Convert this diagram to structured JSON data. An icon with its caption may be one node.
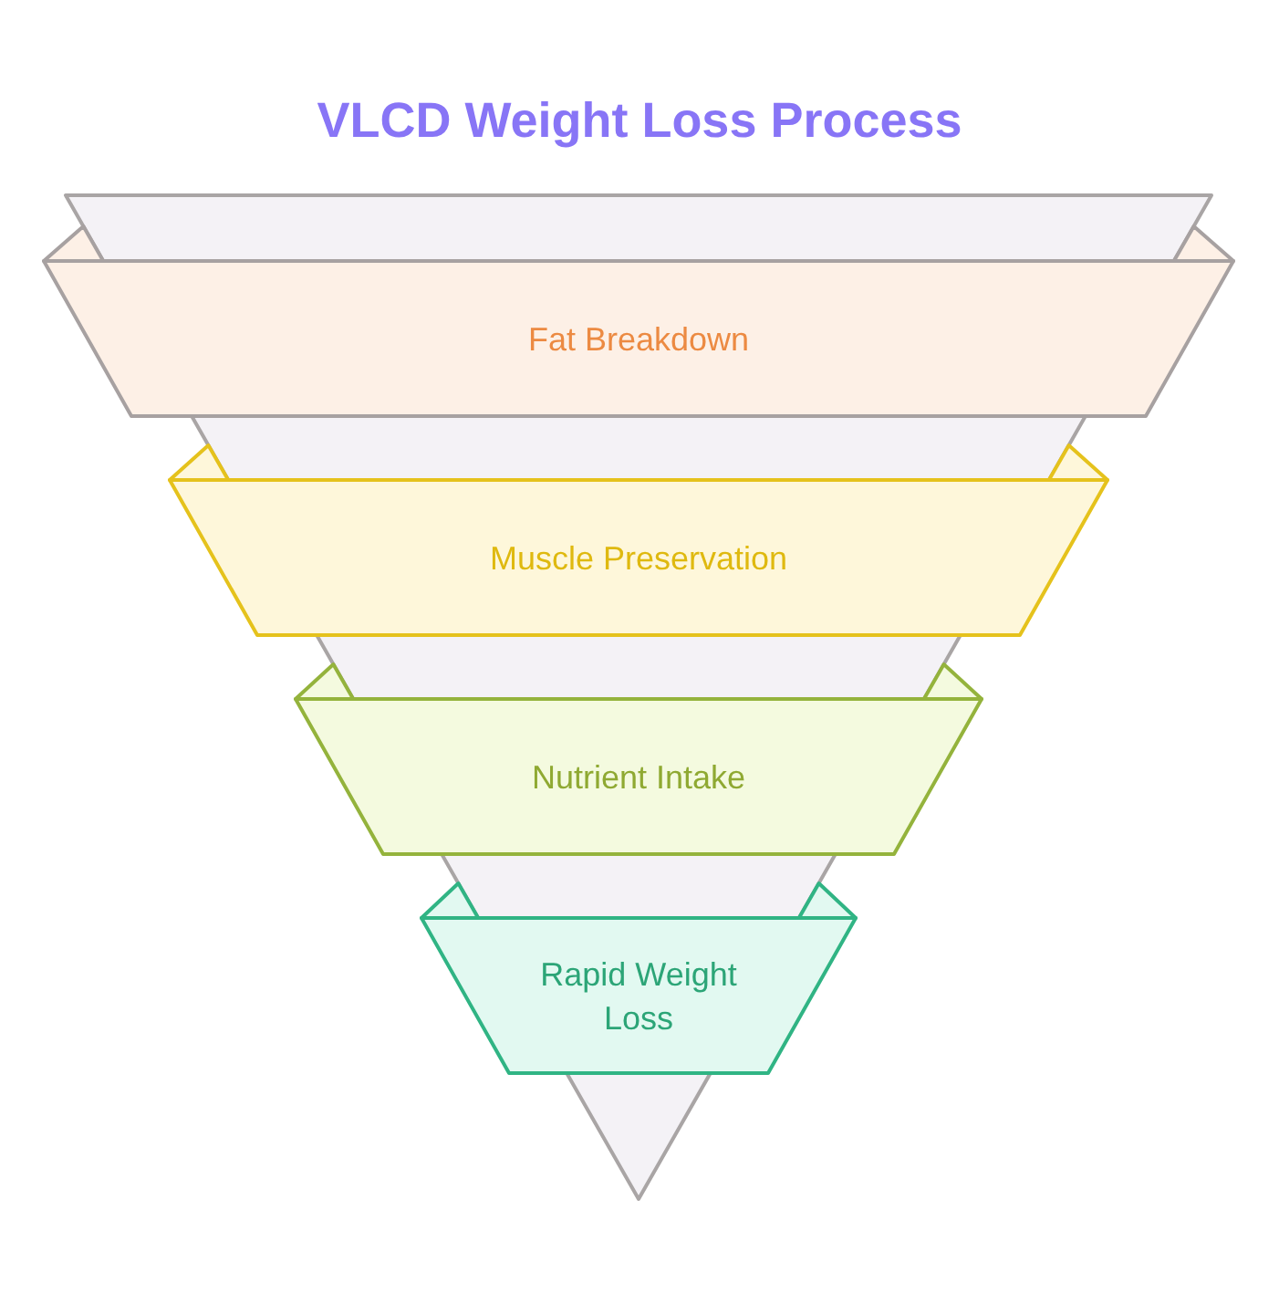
{
  "diagram": {
    "title": "VLCD Weight Loss Process",
    "nodes": [
      {
        "text": [
          "Fat Breakdown"
        ]
      },
      {
        "text": [
          "Muscle Preservation"
        ]
      },
      {
        "text": [
          "Nutrient Intake"
        ]
      },
      {
        "text": [
          "Rapid Weight Loss"
        ]
      }
    ]
  }
}
